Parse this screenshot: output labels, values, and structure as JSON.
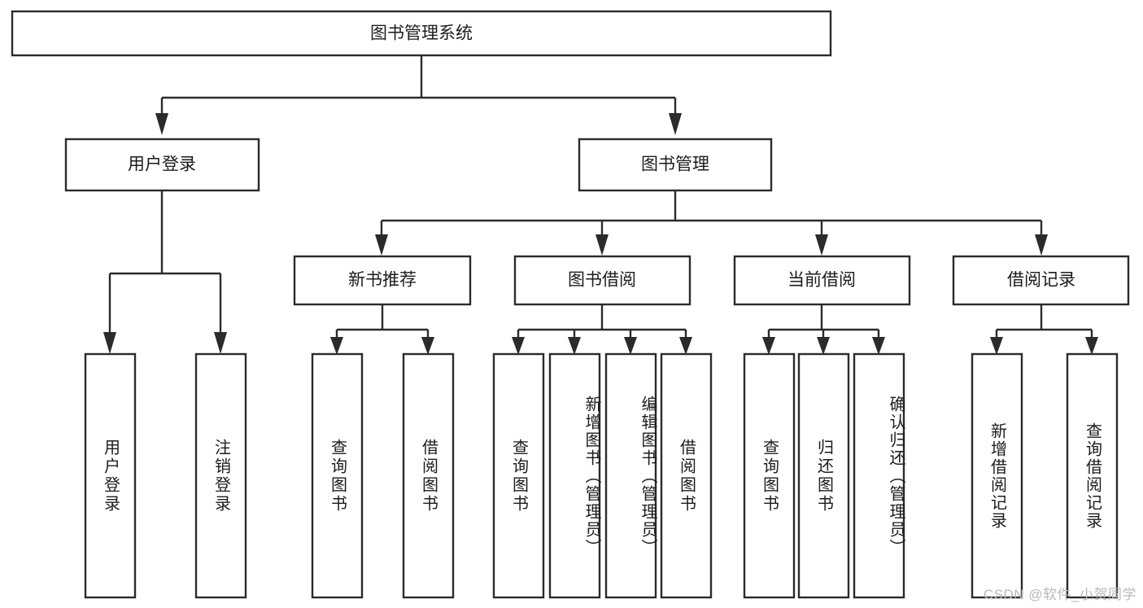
{
  "diagram": {
    "title": "图书管理系统",
    "type": "tree-hierarchy-chart",
    "watermark": "CSDN @软件_小贺同学",
    "root": {
      "label": "图书管理系统"
    },
    "level2": [
      {
        "label": "用户登录"
      },
      {
        "label": "图书管理"
      }
    ],
    "level3": [
      {
        "label": "新书推荐"
      },
      {
        "label": "图书借阅"
      },
      {
        "label": "当前借阅"
      },
      {
        "label": "借阅记录"
      }
    ],
    "leaves": {
      "user_login": [
        {
          "label": "用户登录"
        },
        {
          "label": "注销登录"
        }
      ],
      "new_book_recommend": [
        {
          "label": "查询图书"
        },
        {
          "label": "借阅图书"
        }
      ],
      "book_borrow": [
        {
          "label": "查询图书"
        },
        {
          "label": "新增图书（管理员）"
        },
        {
          "label": "编辑图书（管理员）"
        },
        {
          "label": "借阅图书"
        }
      ],
      "current_borrow": [
        {
          "label": "查询图书"
        },
        {
          "label": "归还图书"
        },
        {
          "label": "确认归还（管理员）"
        }
      ],
      "borrow_record": [
        {
          "label": "新增借阅记录"
        },
        {
          "label": "查询借阅记录"
        }
      ]
    },
    "colors": {
      "stroke": "#2b2b2b",
      "fill": "#ffffff",
      "text": "#1c1c1c",
      "watermark": "#b9b9b9"
    }
  }
}
